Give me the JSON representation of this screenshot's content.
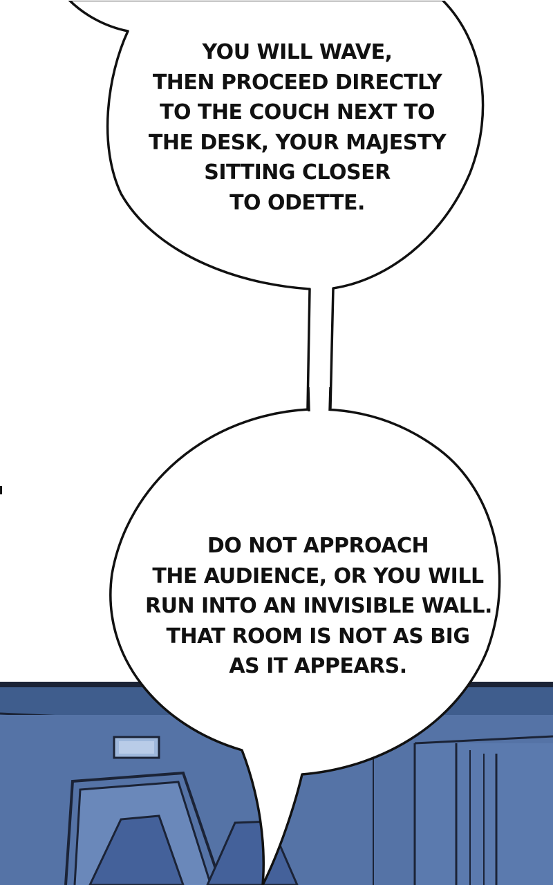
{
  "colors": {
    "page_background": "#ffffff",
    "bubble_fill": "#ffffff",
    "bubble_outline": "#111111",
    "scene_wall": "#4a6a9e",
    "scene_wall_light": "#5f80b4",
    "scene_dark_line": "#1b2336"
  },
  "speech_bubbles": {
    "top": {
      "lines": [
        "YOU WILL WAVE,",
        "THEN PROCEED DIRECTLY",
        "TO THE COUCH NEXT TO",
        "THE DESK, YOUR MAJESTY",
        "SITTING CLOSER",
        "TO ODETTE."
      ]
    },
    "bottom": {
      "lines": [
        "DO NOT APPROACH",
        "THE AUDIENCE, OR YOU WILL",
        "RUN INTO AN INVISIBLE WALL.",
        "THAT ROOM IS NOT AS BIG",
        "AS IT APPEARS."
      ]
    }
  }
}
